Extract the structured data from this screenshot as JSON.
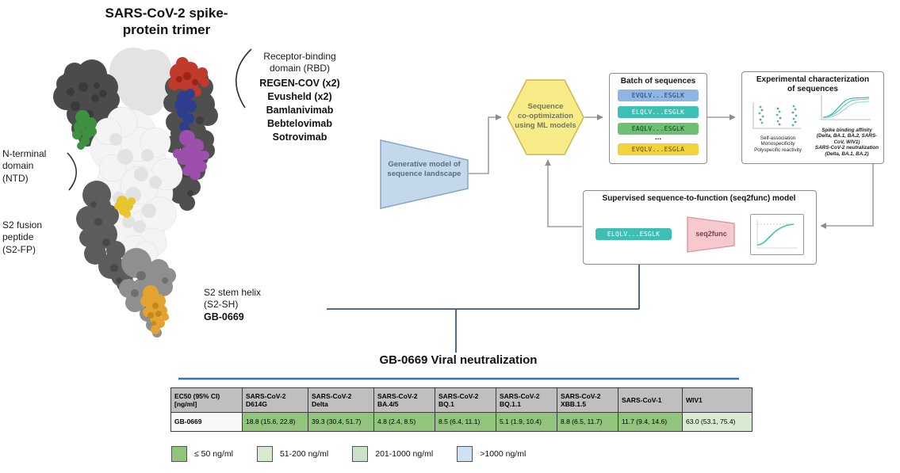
{
  "protein": {
    "title": "SARS-CoV-2 spike-\nprotein trimer",
    "rbd_label": "Receptor-binding\ndomain (RBD)",
    "antibodies": [
      "REGEN-COV (x2)",
      "Evusheld (x2)",
      "Bamlanivimab",
      "Bebtelovimab",
      "Sotrovimab"
    ],
    "ntd_label": "N-terminal\ndomain\n(NTD)",
    "s2fp_label": "S2 fusion\npeptide\n(S2-FP)",
    "s2sh_label": "S2 stem helix\n(S2-SH)",
    "gb0669_label": "GB-0669"
  },
  "workflow": {
    "generative_model_label": "Generative model of\nsequence landscape",
    "co_optimization_label": "Sequence\nco-optimization\nusing ML models",
    "batch": {
      "title": "Batch of sequences",
      "ellipsis": "...",
      "sequences": [
        {
          "text": "EVQLV...ESGLK",
          "color": "#8db7e2"
        },
        {
          "text": "ELQLV...ESGLK",
          "color": "#3dbfb4"
        },
        {
          "text": "EAQLV...ESGLK",
          "color": "#6fbf73"
        },
        {
          "text": "EVQLV...ESGLA",
          "color": "#f2d33c"
        }
      ]
    },
    "experimental": {
      "title": "Experimental characterization\nof sequences",
      "assay_captions": "Self-association\nMonospecificity\nPolyspecific reactivity",
      "binding_captions": "Spike binding affinity\n(Delta, BA.1, BA.2, SARS-CoV, WIV1)\nSARS-CoV-2 neutralization\n(Delta, BA.1, BA.2)"
    },
    "seq2func": {
      "title": "Supervised sequence-to-function (seq2func) model",
      "input_sequence": {
        "text": "ELQLV...ESGLK",
        "color": "#3dbfb4"
      },
      "model_label": "seq2func"
    }
  },
  "neutralization": {
    "title": "GB-0669 Viral neutralization",
    "table": {
      "corner_header": "EC50 (95% CI)\n[ng/ml]",
      "columns": [
        "SARS-CoV-2\nD614G",
        "SARS-CoV-2\nDelta",
        "SARS-CoV-2\nBA.4/5",
        "SARS-CoV-2\nBQ.1",
        "SARS-CoV-2\nBQ.1.1",
        "SARS-CoV-2\nXBB.1.5",
        "SARS-CoV-1",
        "WIV1"
      ],
      "row_label": "GB-0669",
      "cells": [
        {
          "text": "18.8 (15.6, 22.8)",
          "color": "#93c47d"
        },
        {
          "text": "39.3 (30.4, 51.7)",
          "color": "#93c47d"
        },
        {
          "text": "4.8 (2.4, 8.5)",
          "color": "#93c47d"
        },
        {
          "text": "8.5 (6.4, 11.1)",
          "color": "#93c47d"
        },
        {
          "text": "5.1 (1.9, 10.4)",
          "color": "#93c47d"
        },
        {
          "text": "8.8 (6.5, 11.7)",
          "color": "#93c47d"
        },
        {
          "text": "11.7 (9.4, 14.6)",
          "color": "#93c47d"
        },
        {
          "text": "63.0 (53.1, 75.4)",
          "color": "#d9ead3"
        }
      ]
    },
    "legend": [
      {
        "label": "≤ 50 ng/ml",
        "color": "#93c47d"
      },
      {
        "label": "51-200 ng/ml",
        "color": "#d9ead3"
      },
      {
        "label": "201-1000 ng/ml",
        "color": "#c9e2c9"
      },
      {
        "label": ">1000 ng/ml",
        "color": "#cfe2f3"
      }
    ]
  }
}
